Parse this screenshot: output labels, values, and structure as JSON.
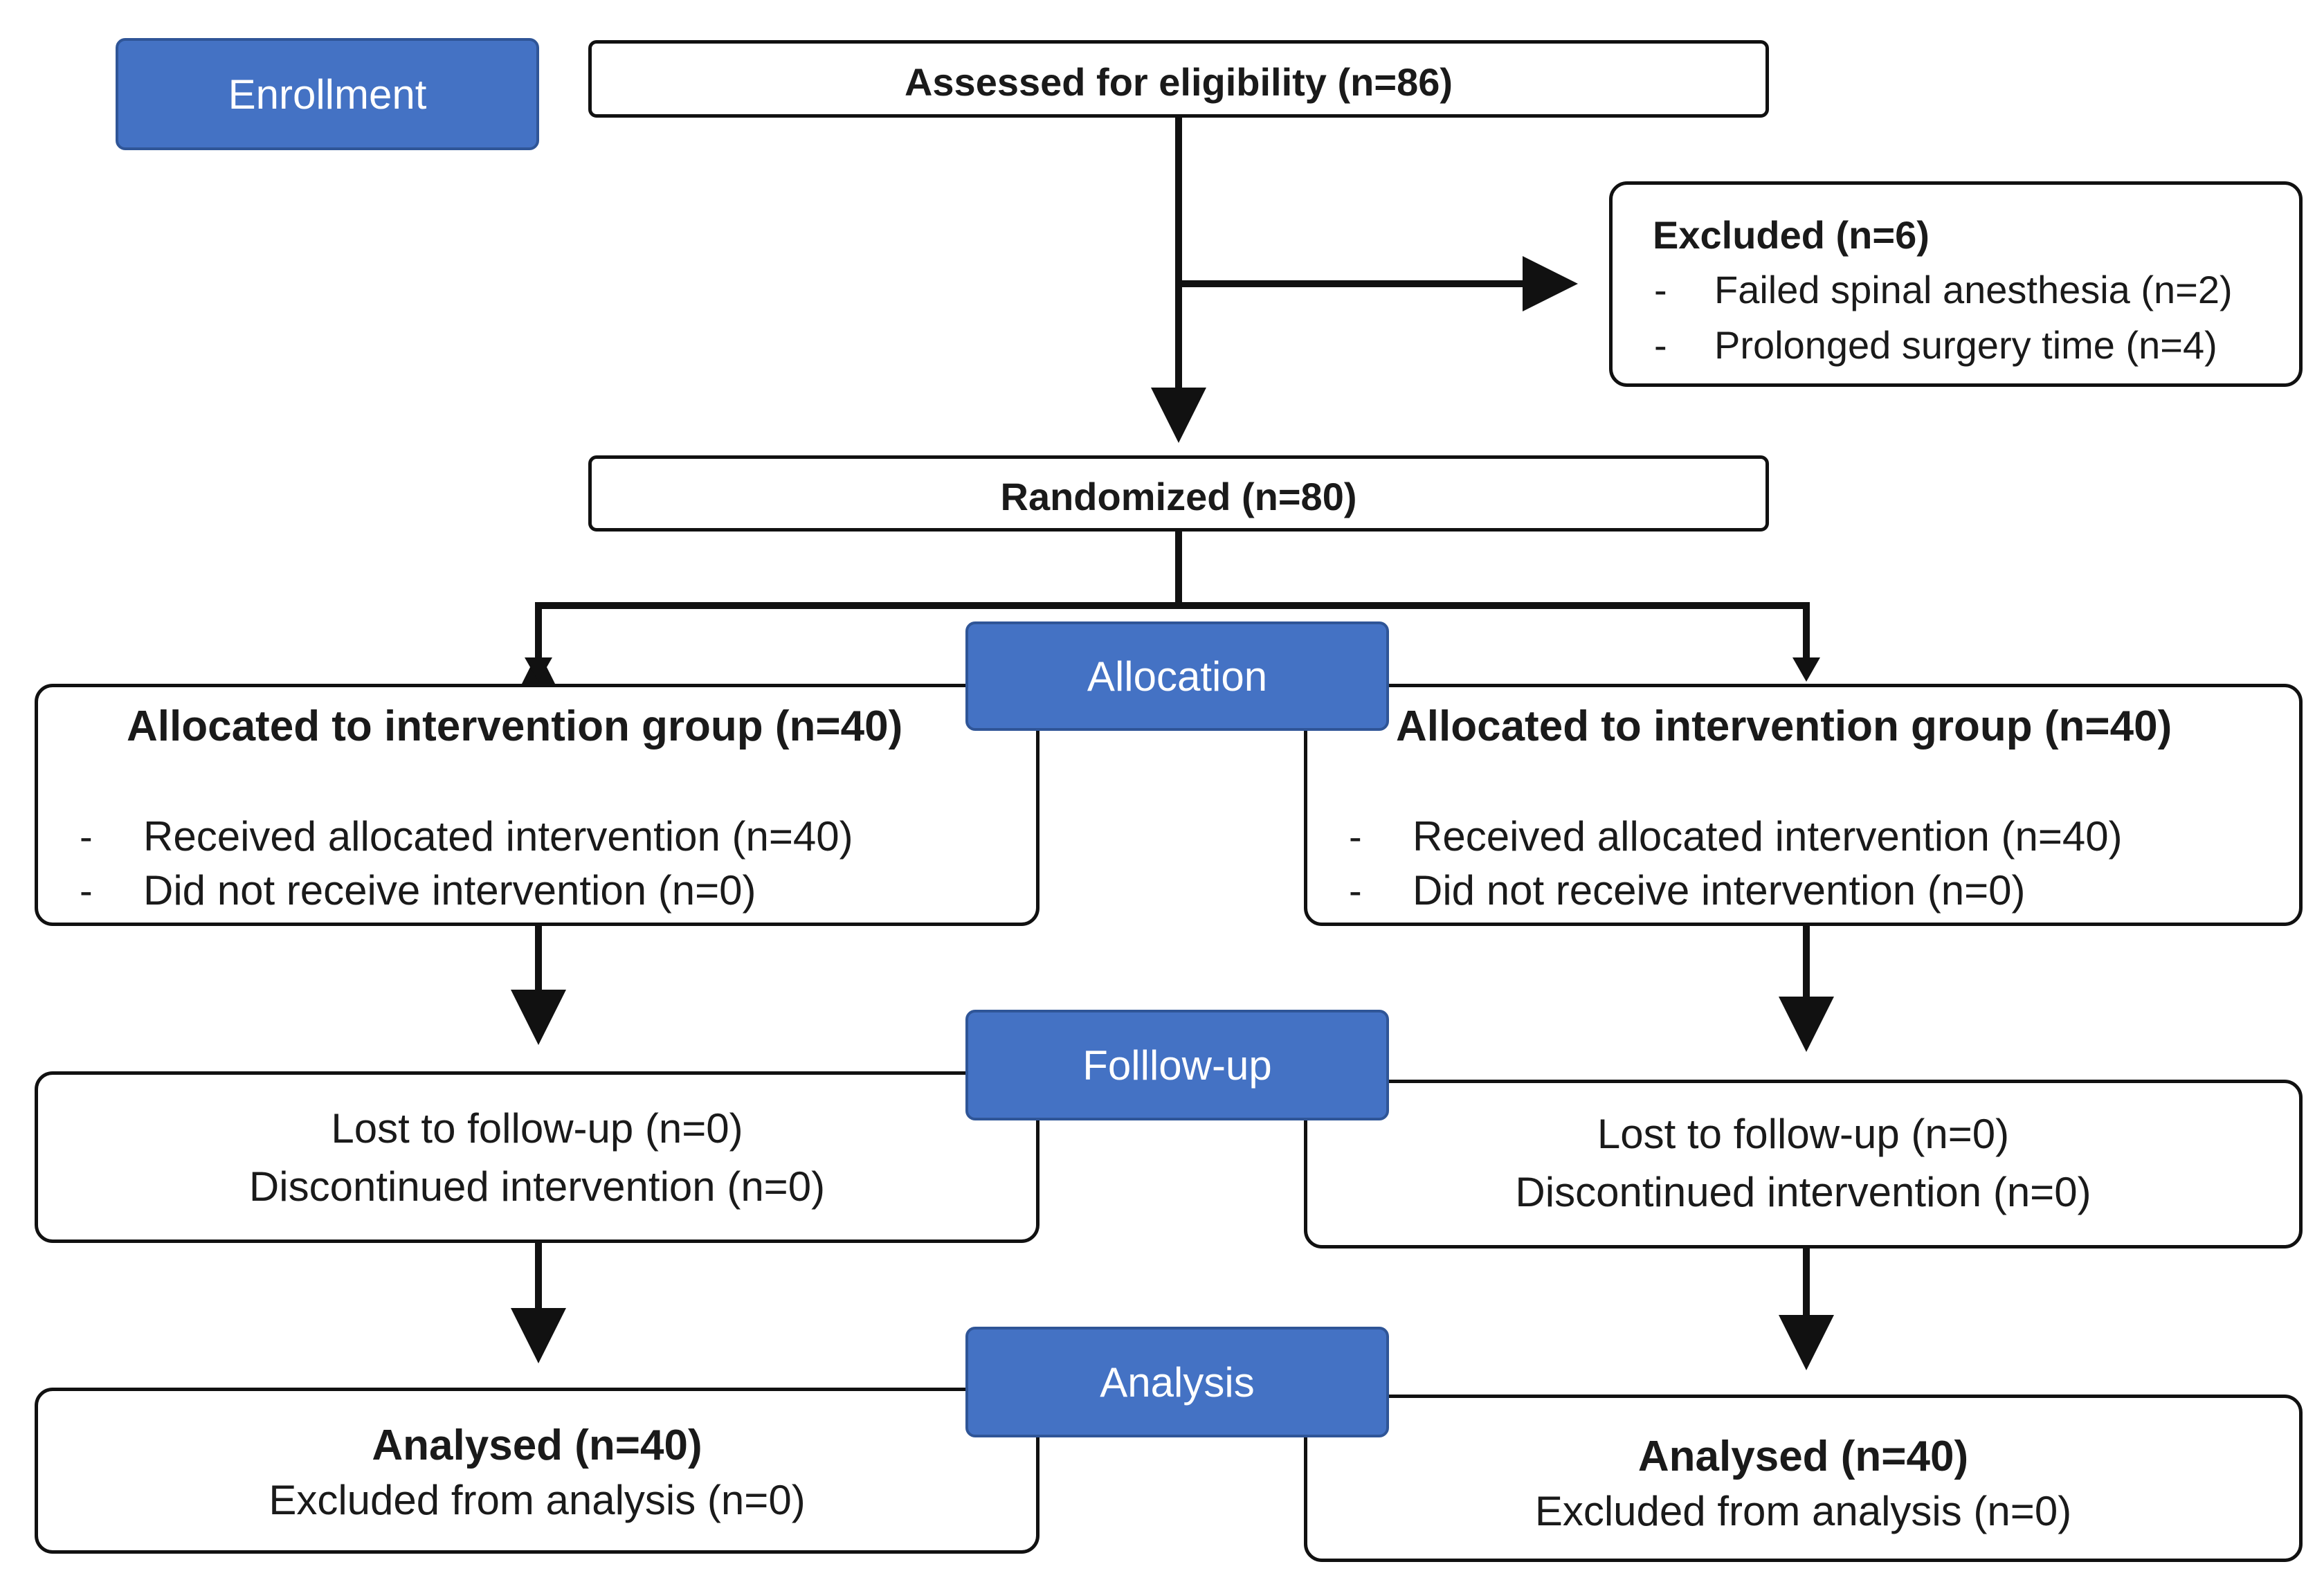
{
  "stages": {
    "enrollment": "Enrollment",
    "allocation": "Allocation",
    "followup": "Folllow-up",
    "analysis": "Analysis"
  },
  "assessed": "Assessed for eligibility (n=86)",
  "excluded": {
    "title": "Excluded (n=6)",
    "items": [
      "Failed spinal anesthesia (n=2)",
      "Prolonged surgery time (n=4)"
    ]
  },
  "randomized": "Randomized (n=80)",
  "arms": [
    {
      "allocated": "Allocated to intervention group (n=40)",
      "received": "Received allocated intervention (n=40)",
      "not_received": "Did not receive intervention (n=0)",
      "lost": "Lost to follow-up (n=0)",
      "discontinued": "Discontinued intervention (n=0)",
      "analysed": "Analysed (n=40)",
      "excluded_analysis": "Excluded from analysis (n=0)"
    },
    {
      "allocated": "Allocated to intervention group (n=40)",
      "received": "Received allocated intervention (n=40)",
      "not_received": "Did not receive intervention (n=0)",
      "lost": "Lost to follow-up (n=0)",
      "discontinued": "Discontinued intervention (n=0)",
      "analysed": "Analysed (n=40)",
      "excluded_analysis": "Excluded from analysis (n=0)"
    }
  ],
  "bullet": "-"
}
